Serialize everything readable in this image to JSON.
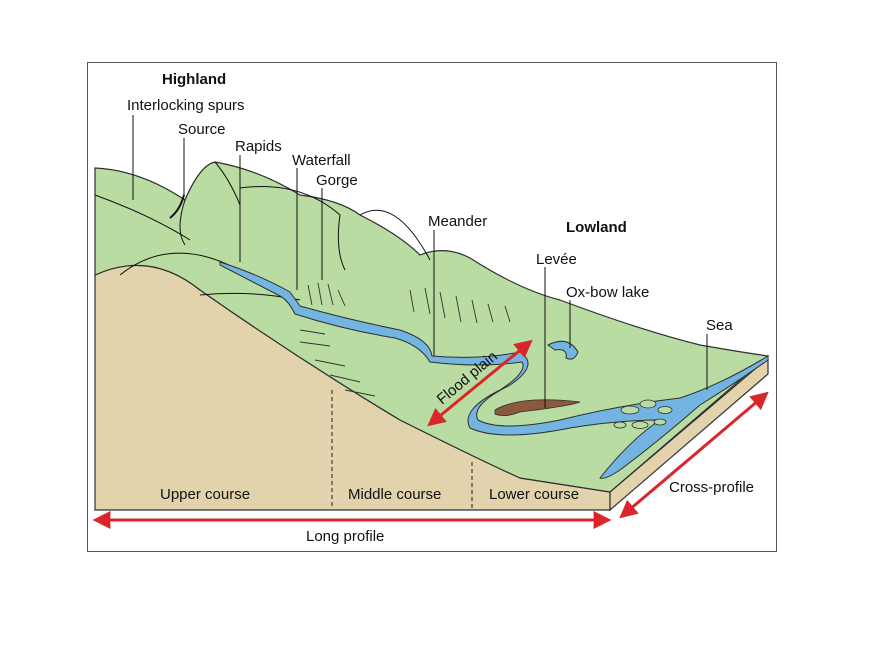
{
  "labels": {
    "highland": "Highland",
    "interlocking_spurs": "Interlocking spurs",
    "source": "Source",
    "rapids": "Rapids",
    "waterfall": "Waterfall",
    "gorge": "Gorge",
    "meander": "Meander",
    "lowland": "Lowland",
    "levee": "Levée",
    "oxbow_lake": "Ox-bow lake",
    "sea": "Sea",
    "flood_plain": "Flood plain",
    "upper_course": "Upper course",
    "middle_course": "Middle course",
    "lower_course": "Lower course",
    "cross_profile": "Cross-profile",
    "long_profile": "Long profile"
  },
  "colors": {
    "hill_green": "#b9dca2",
    "hill_outline": "#2f2f2f",
    "soil": "#e2d3ad",
    "river": "#74b4e0",
    "arrow_red": "#d8262a",
    "levee_brown": "#8a5a3c"
  }
}
